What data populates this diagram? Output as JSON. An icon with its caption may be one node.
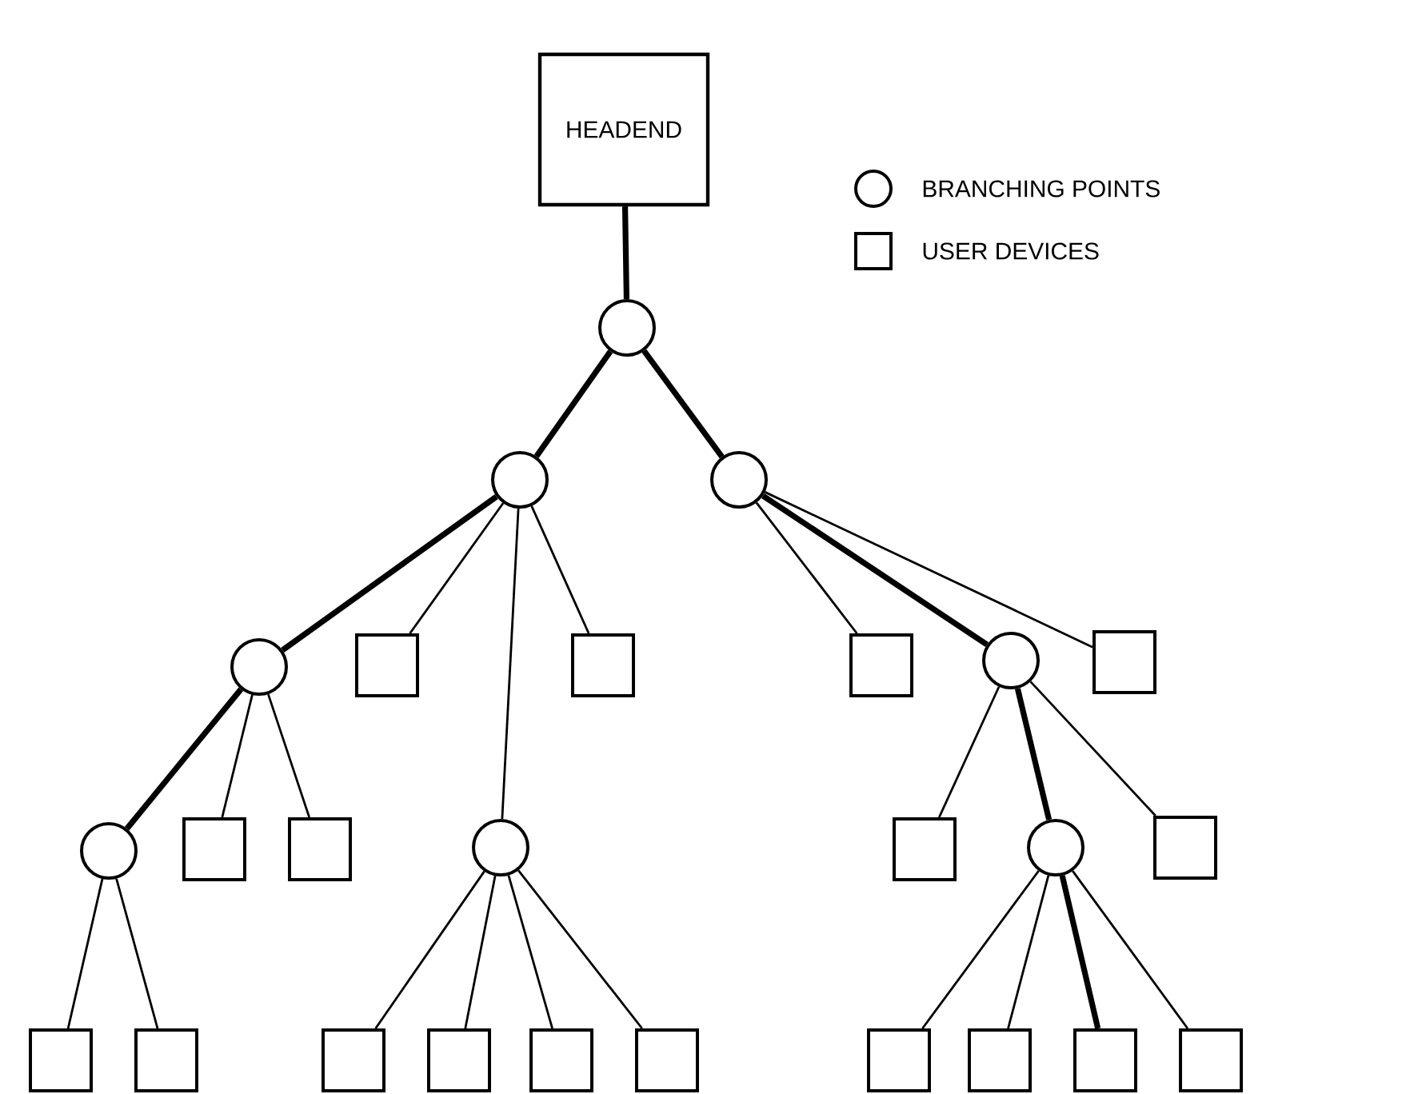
{
  "diagram": {
    "nodes": [
      {
        "text": [
          "HEADEND"
        ]
      },
      {
        "text": [],
        "shape": "circle"
      },
      {
        "text": [],
        "shape": "circle"
      },
      {
        "text": [],
        "shape": "circle"
      },
      {
        "text": [],
        "shape": "circle"
      },
      {
        "text": [],
        "shape": "box"
      },
      {
        "text": [],
        "shape": "box"
      },
      {
        "text": [],
        "shape": "box"
      },
      {
        "text": [],
        "shape": "circle"
      },
      {
        "text": [],
        "shape": "box"
      },
      {
        "text": [],
        "shape": "circle"
      },
      {
        "text": [],
        "shape": "box"
      },
      {
        "text": [],
        "shape": "box"
      },
      {
        "text": [],
        "shape": "circle"
      },
      {
        "text": [],
        "shape": "box"
      },
      {
        "text": [],
        "shape": "circle"
      },
      {
        "text": [],
        "shape": "box"
      },
      {
        "text": [],
        "shape": "box"
      },
      {
        "text": [],
        "shape": "box"
      },
      {
        "text": [],
        "shape": "box"
      },
      {
        "text": [],
        "shape": "box"
      },
      {
        "text": [],
        "shape": "box"
      },
      {
        "text": [],
        "shape": "box"
      },
      {
        "text": [],
        "shape": "box"
      },
      {
        "text": [],
        "shape": "box"
      },
      {
        "text": [],
        "shape": "box"
      },
      {
        "text": [],
        "shape": "box"
      }
    ],
    "edges": [
      {
        "from": 0,
        "to": 1,
        "arrow": "none",
        "style": "thick"
      },
      {
        "from": 1,
        "to": 2,
        "arrow": "none",
        "style": "thick"
      },
      {
        "from": 1,
        "to": 3,
        "arrow": "none",
        "style": "thick"
      },
      {
        "from": 2,
        "to": 4,
        "arrow": "none",
        "style": "thick"
      },
      {
        "from": 2,
        "to": 5,
        "arrow": "none"
      },
      {
        "from": 2,
        "to": 13,
        "arrow": "none"
      },
      {
        "from": 2,
        "to": 6,
        "arrow": "none"
      },
      {
        "from": 3,
        "to": 7,
        "arrow": "none"
      },
      {
        "from": 3,
        "to": 8,
        "arrow": "none",
        "style": "thick"
      },
      {
        "from": 3,
        "to": 9,
        "arrow": "none"
      },
      {
        "from": 4,
        "to": 10,
        "arrow": "none",
        "style": "thick"
      },
      {
        "from": 4,
        "to": 11,
        "arrow": "none"
      },
      {
        "from": 4,
        "to": 12,
        "arrow": "none"
      },
      {
        "from": 8,
        "to": 14,
        "arrow": "none"
      },
      {
        "from": 8,
        "to": 15,
        "arrow": "none",
        "style": "thick"
      },
      {
        "from": 8,
        "to": 16,
        "arrow": "none"
      },
      {
        "from": 10,
        "to": 17,
        "arrow": "none"
      },
      {
        "from": 10,
        "to": 18,
        "arrow": "none"
      },
      {
        "from": 13,
        "to": 19,
        "arrow": "none"
      },
      {
        "from": 13,
        "to": 20,
        "arrow": "none"
      },
      {
        "from": 13,
        "to": 21,
        "arrow": "none"
      },
      {
        "from": 13,
        "to": 22,
        "arrow": "none"
      },
      {
        "from": 15,
        "to": 23,
        "arrow": "none"
      },
      {
        "from": 15,
        "to": 24,
        "arrow": "none"
      },
      {
        "from": 15,
        "to": 25,
        "arrow": "none",
        "style": "thick"
      },
      {
        "from": 15,
        "to": 26,
        "arrow": "none"
      }
    ],
    "legend": [
      {
        "text": "BRANCHING POINTS"
      },
      {
        "text": "USER DEVICES"
      }
    ]
  }
}
